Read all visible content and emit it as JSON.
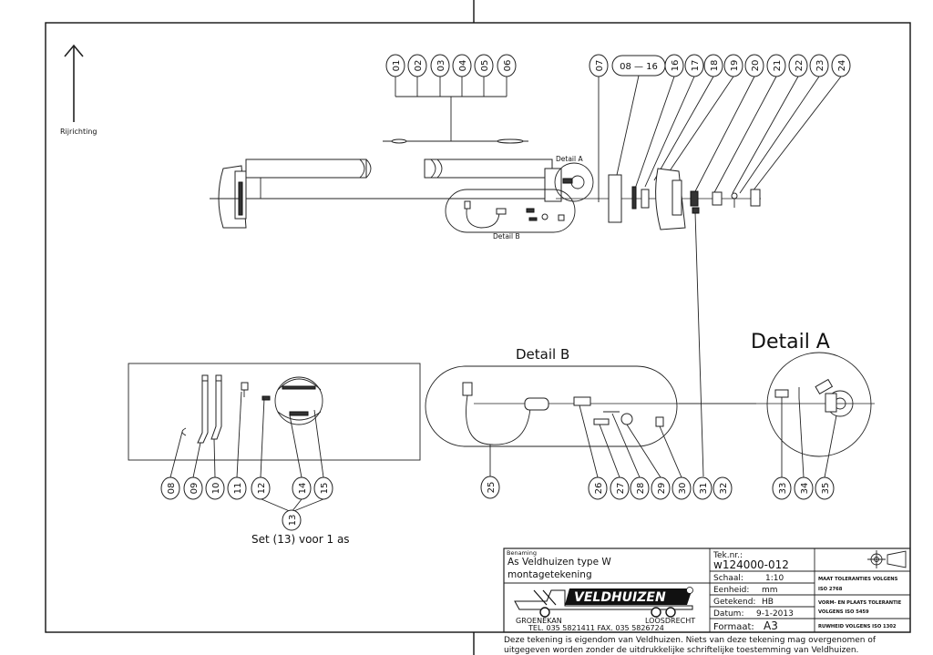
{
  "direction_label": "Rijrichting",
  "detail_a_small": "Detail A",
  "detail_b_small": "Detail B",
  "detail_a_title": "Detail A",
  "detail_b_title": "Detail B",
  "set_caption": "Set (13) voor 1 as",
  "top_bubbles": [
    "01",
    "02",
    "03",
    "04",
    "05",
    "06"
  ],
  "bubble_07": "07",
  "bubble_08_16": "08 — 16",
  "right_bubbles": [
    "16",
    "17",
    "18",
    "19",
    "20",
    "21",
    "22",
    "23",
    "24"
  ],
  "set_bubbles": [
    "08",
    "09",
    "10",
    "11",
    "12",
    "14",
    "15"
  ],
  "bubble_13": "13",
  "bubble_25": "25",
  "detail_b_bubbles": [
    "26",
    "27",
    "28",
    "29",
    "30",
    "31",
    "32"
  ],
  "detail_a_bubbles": [
    "33",
    "34",
    "35"
  ],
  "title_block": {
    "benaming_label": "Benaming",
    "title_line1": "As Veldhuizen type W",
    "title_line2": "montagetekening",
    "company": "VELDHUIZEN",
    "city_left": "GROENEKAN",
    "city_right": "LOOSDRECHT",
    "phone": "TEL. 035 5821411  FAX. 035 5826724",
    "teknr_label": "Tek.nr.:",
    "teknr_value": "w124000-012",
    "schaal_label": "Schaal:",
    "schaal_value": "1:10",
    "eenheid_label": "Eenheid:",
    "eenheid_value": "mm",
    "getekend_label": "Getekend:",
    "getekend_value": "HB",
    "datum_label": "Datum:",
    "datum_value": "9-1-2013",
    "formaat_label": "Formaat:",
    "formaat_value": "A3",
    "tol1": "MAAT TOLERANTIES VOLGENS",
    "tol1b": "ISO 2768",
    "tol2": "VORM- EN PLAATS TOLERANTIE",
    "tol2b": "VOLGENS ISO 5459",
    "tol3": "RUWHEID VOLGENS ISO 1302"
  },
  "footer_line1": "Deze tekening is eigendom van Veldhuizen. Niets van deze tekening mag overgenomen of",
  "footer_line2": "uitgegeven worden zonder de uitdrukkelijke schriftelijke toestemming van Veldhuizen."
}
